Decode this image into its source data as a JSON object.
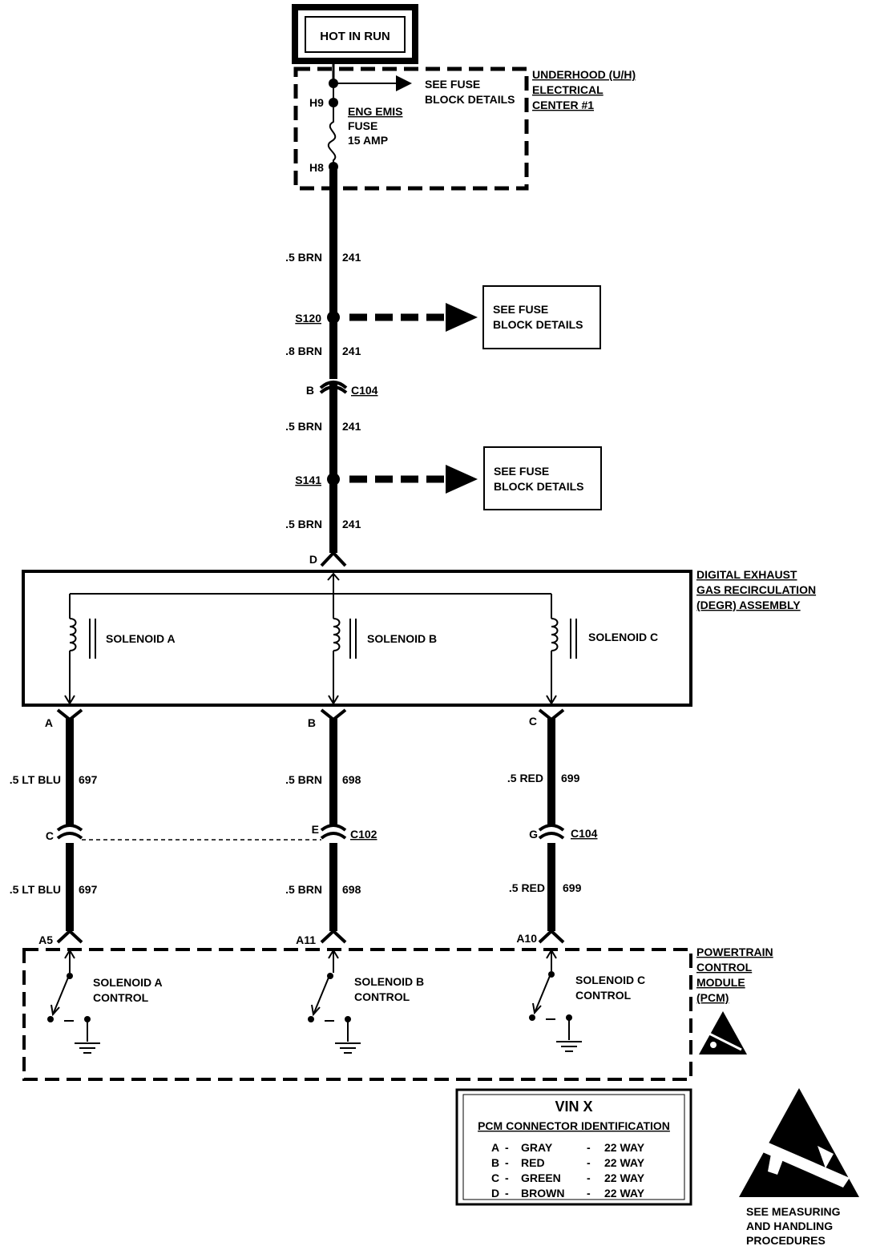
{
  "power": {
    "label": "HOT IN RUN"
  },
  "fuse_block": {
    "title_lines": [
      "UNDERHOOD (U/H)",
      "ELECTRICAL",
      "CENTER #1"
    ],
    "see_lines": [
      "SEE FUSE",
      "BLOCK DETAILS"
    ],
    "fuse_lines": [
      "ENG EMIS",
      "FUSE",
      "15 AMP"
    ],
    "pin_top": "H9",
    "pin_bottom": "H8"
  },
  "wires": {
    "w1_gauge": ".5 BRN",
    "w1_circuit": "241",
    "w2_gauge": ".8 BRN",
    "w2_circuit": "241",
    "w3_gauge": ".5 BRN",
    "w3_circuit": "241",
    "w4_gauge": ".5 BRN",
    "w4_circuit": "241",
    "a_gauge": ".5 LT BLU",
    "a_circuit": "697",
    "b_gauge": ".5 BRN",
    "b_circuit": "698",
    "c_gauge": ".5 RED",
    "c_circuit": "699"
  },
  "splices": {
    "s1": "S120",
    "s2": "S141"
  },
  "see_fuse_boxes": {
    "box1": [
      "SEE FUSE",
      "BLOCK DETAILS"
    ],
    "box2": [
      "SEE FUSE",
      "BLOCK DETAILS"
    ]
  },
  "connectors": {
    "c104_pin": "B",
    "c104_name": "C104",
    "degr_pin": "D",
    "sol_pins": [
      "A",
      "B",
      "C"
    ],
    "mid_a_pin": "C",
    "mid_b_pin": "E",
    "mid_b_name": "C102",
    "mid_c_pin": "G",
    "mid_c_name": "C104",
    "pcm_pins": [
      "A5",
      "A11",
      "A10"
    ]
  },
  "degr": {
    "title_lines": [
      "DIGITAL EXHAUST",
      "GAS RECIRCULATION",
      "(DEGR) ASSEMBLY"
    ],
    "solenoids": [
      "SOLENOID A",
      "SOLENOID B",
      "SOLENOID C"
    ]
  },
  "pcm": {
    "title_lines": [
      "POWERTRAIN",
      "CONTROL",
      "MODULE",
      "(PCM)"
    ],
    "controls": [
      [
        "SOLENOID A",
        "CONTROL"
      ],
      [
        "SOLENOID B",
        "CONTROL"
      ],
      [
        "SOLENOID C",
        "CONTROL"
      ]
    ]
  },
  "table": {
    "title": "VIN X",
    "subtitle": "PCM CONNECTOR IDENTIFICATION",
    "rows": [
      {
        "pin": "A",
        "color": "GRAY",
        "size": "22 WAY"
      },
      {
        "pin": "B",
        "color": "RED",
        "size": "22 WAY"
      },
      {
        "pin": "C",
        "color": "GREEN",
        "size": "22 WAY"
      },
      {
        "pin": "D",
        "color": "BROWN",
        "size": "22 WAY"
      }
    ],
    "dash": "-"
  },
  "esd_note": [
    "SEE MEASURING",
    "AND HANDLING",
    "PROCEDURES"
  ]
}
